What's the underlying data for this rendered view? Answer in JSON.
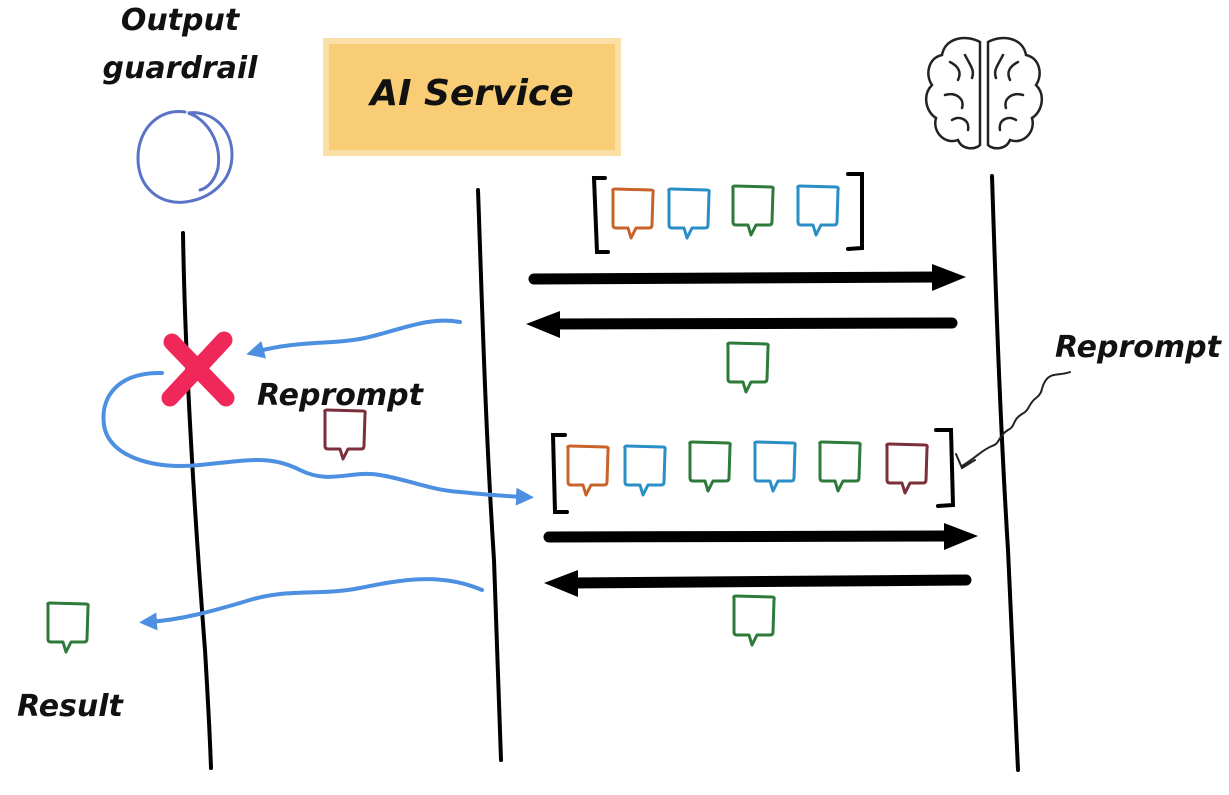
{
  "labels": {
    "output_guardrail_line1": "Output",
    "output_guardrail_line2": "guardrail",
    "ai_service": "AI Service",
    "reprompt_left": "Reprompt",
    "reprompt_right": "Reprompt",
    "result": "Result"
  },
  "colors": {
    "ai_service_box": "#f6c55c",
    "guardrail_circle": "#5b73c7",
    "flow_arrow": "#4d8fe0",
    "reject_x": "#f0285a",
    "msg_orange": "#c8642a",
    "msg_blue": "#2a8fc6",
    "msg_green": "#2e7a3a",
    "msg_maroon": "#7a2f3a"
  },
  "icons": {
    "llm": "brain-icon",
    "guardrail": "circle-icon",
    "reject": "cross-mark-icon",
    "message": "speech-bubble-icon"
  },
  "first_request_messages": [
    "orange",
    "blue",
    "green",
    "blue"
  ],
  "second_request_messages": [
    "orange",
    "blue",
    "green",
    "blue",
    "green",
    "maroon"
  ]
}
